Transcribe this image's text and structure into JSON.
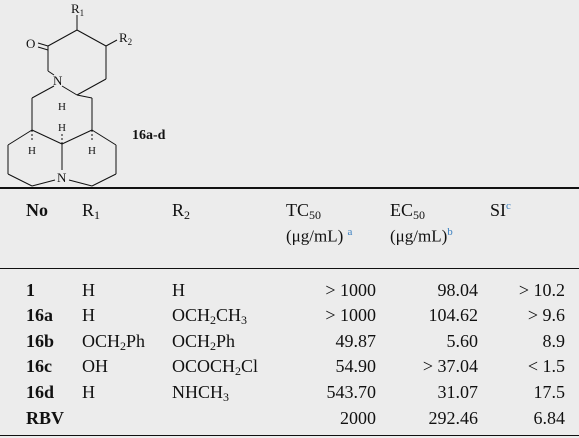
{
  "figure": {
    "r1_label": "R",
    "r1_sub": "1",
    "r2_label": "R",
    "r2_sub": "2",
    "oxygen": "O",
    "nitrogen_top": "N",
    "nitrogen_bottom": "N",
    "h1": "H",
    "h2": "H",
    "h3": "H",
    "h4": "H",
    "compound_label": "16a-d"
  },
  "table": {
    "headers": {
      "no": "No",
      "r1": "R",
      "r1_sub": "1",
      "r2": "R",
      "r2_sub": "2",
      "tc50": "TC",
      "tc50_sub": "50",
      "tc50_unit": "(μg/mL)",
      "tc50_ref": "a",
      "ec50": "EC",
      "ec50_sub": "50",
      "ec50_unit": "(μg/mL)",
      "ec50_ref": "b",
      "si": "SI",
      "si_ref": "c"
    },
    "rows": [
      {
        "no": "1",
        "r1": "H",
        "r1_sub": "",
        "r1_tail": "",
        "r2": "H",
        "r2_sub": "",
        "r2_mid": "",
        "r2_sub2": "",
        "r2_tail": "",
        "tc50": "> 1000",
        "ec50": "98.04",
        "si": "> 10.2"
      },
      {
        "no": "16a",
        "r1": "H",
        "r1_sub": "",
        "r1_tail": "",
        "r2": "OCH",
        "r2_sub": "2",
        "r2_mid": "CH",
        "r2_sub2": "3",
        "r2_tail": "",
        "tc50": "> 1000",
        "ec50": "104.62",
        "si": "> 9.6"
      },
      {
        "no": "16b",
        "r1": "OCH",
        "r1_sub": "2",
        "r1_tail": "Ph",
        "r2": "OCH",
        "r2_sub": "2",
        "r2_mid": "Ph",
        "r2_sub2": "",
        "r2_tail": "",
        "tc50": "49.87",
        "ec50": "5.60",
        "si": "8.9"
      },
      {
        "no": "16c",
        "r1": "OH",
        "r1_sub": "",
        "r1_tail": "",
        "r2": "OCOCH",
        "r2_sub": "2",
        "r2_mid": "Cl",
        "r2_sub2": "",
        "r2_tail": "",
        "tc50": "54.90",
        "ec50": "> 37.04",
        "si": "< 1.5"
      },
      {
        "no": "16d",
        "r1": "H",
        "r1_sub": "",
        "r1_tail": "",
        "r2": "NHCH",
        "r2_sub": "3",
        "r2_mid": "",
        "r2_sub2": "",
        "r2_tail": "",
        "tc50": "543.70",
        "ec50": "31.07",
        "si": "17.5"
      },
      {
        "no": "RBV",
        "r1": "",
        "r1_sub": "",
        "r1_tail": "",
        "r2": "",
        "r2_sub": "",
        "r2_mid": "",
        "r2_sub2": "",
        "r2_tail": "",
        "tc50": "2000",
        "ec50": "292.46",
        "si": "6.84"
      }
    ]
  }
}
